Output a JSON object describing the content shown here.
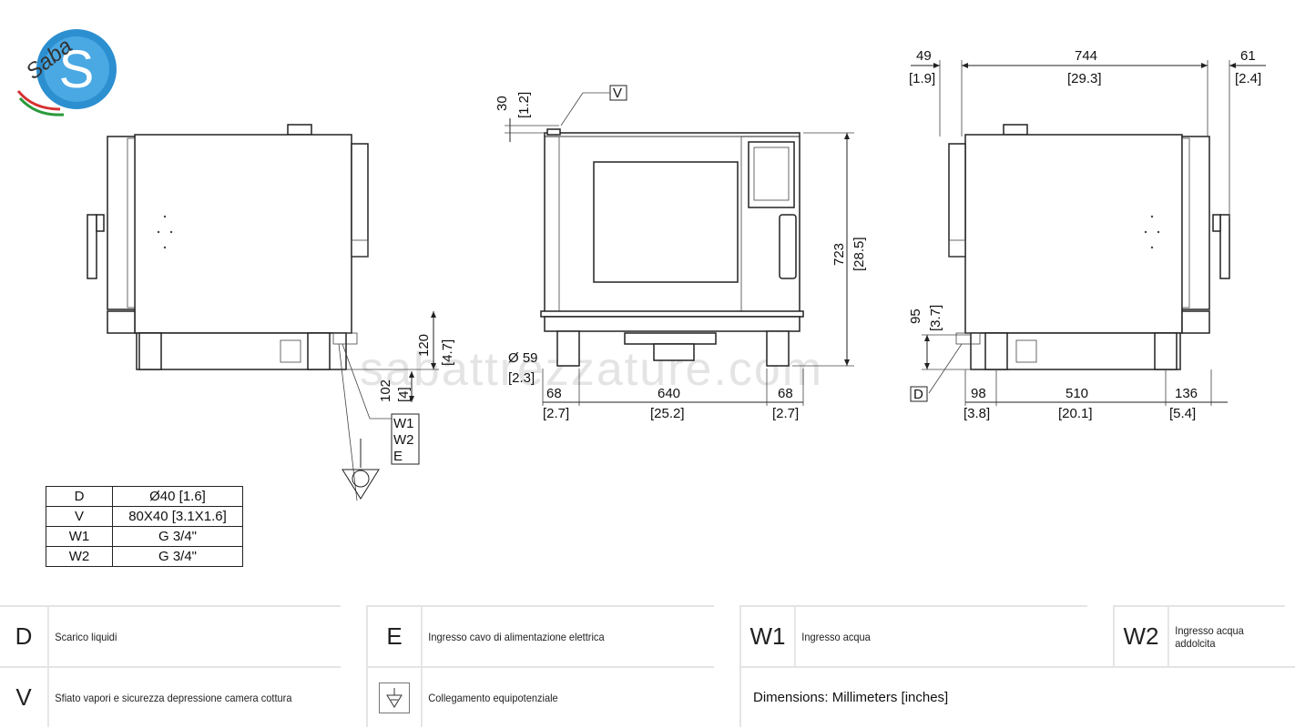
{
  "logo": {
    "text": "Saba",
    "letter": "S"
  },
  "watermark": "sabattrezzature.com",
  "dimensions": {
    "vent_offset_mm": "30",
    "vent_offset_in": "[1.2]",
    "vent_label": "V",
    "height_mm": "723",
    "height_in": "[28.5]",
    "leg_height_mm": "120",
    "leg_height_in": "[4.7]",
    "conn_height_mm": "102",
    "conn_height_in": "[4]",
    "drain_dia_mm": "Ø 59",
    "drain_dia_in": "[2.3]",
    "front_left_mm": "68",
    "front_left_in": "[2.7]",
    "front_mid_mm": "640",
    "front_mid_in": "[25.2]",
    "front_right_mm": "68",
    "front_right_in": "[2.7]",
    "side_left_top_mm": "49",
    "side_left_top_in": "[1.9]",
    "side_depth_mm": "744",
    "side_depth_in": "[29.3]",
    "side_right_top_mm": "61",
    "side_right_top_in": "[2.4]",
    "drain_height_mm": "95",
    "drain_height_in": "[3.7]",
    "drain_label": "D",
    "side_bot_left_mm": "98",
    "side_bot_left_in": "[3.8]",
    "side_bot_mid_mm": "510",
    "side_bot_mid_in": "[20.1]",
    "side_bot_right_mm": "136",
    "side_bot_right_in": "[5.4]",
    "conn_labels": [
      "W1",
      "W2",
      "E"
    ]
  },
  "spec_table": [
    {
      "code": "D",
      "value": "Ø40 [1.6]"
    },
    {
      "code": "V",
      "value": "80X40 [3.1X1.6]"
    },
    {
      "code": "W1",
      "value": "G 3/4\""
    },
    {
      "code": "W2",
      "value": "G 3/4\""
    }
  ],
  "legend": {
    "row1": [
      {
        "code": "D",
        "desc": "Scarico liquidi"
      },
      {
        "code": "E",
        "desc": "Ingresso cavo di alimentazione elettrica"
      },
      {
        "code": "W1",
        "desc": "Ingresso acqua"
      },
      {
        "code": "W2",
        "desc": "Ingresso acqua addolcita"
      }
    ],
    "row2": [
      {
        "code": "V",
        "desc": "Sfiato vapori e sicurezza depressione camera cottura"
      },
      {
        "code": "ground-symbol",
        "desc": "Collegamento equipotenziale"
      }
    ],
    "dimensions_note": "Dimensions: Millimeters [inches]"
  }
}
